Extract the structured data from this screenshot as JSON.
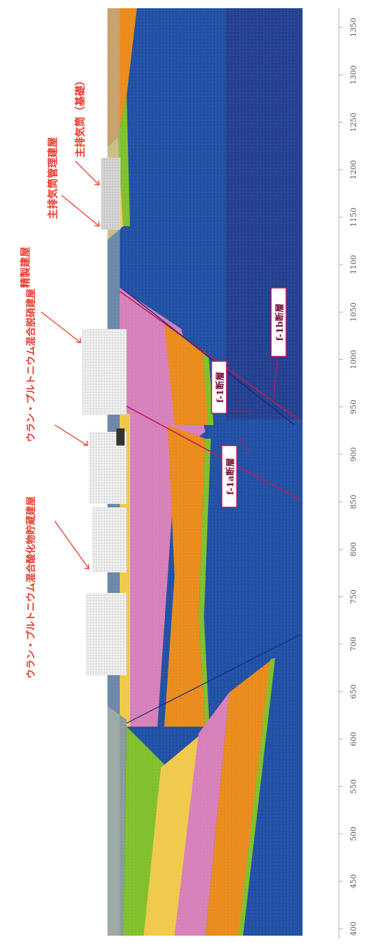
{
  "colors": {
    "deep_blue": "#1f4fa3",
    "dark_blue": "#223f8f",
    "pink": "#d67fb8",
    "orange": "#ea8a1a",
    "yellow": "#f0c94a",
    "green": "#7fbf2a",
    "gray": "#8a9a9a",
    "label_red": "#e8392a",
    "fault_magenta": "#c2185b"
  },
  "labels": {
    "main_exhaust_stack_base": "主排気筒（基礎）",
    "main_exhaust_stack_building": "主排気筒管理建屋",
    "refining_building": "精製建屋",
    "mox_denitration_building": "ウラン・プルトニウム混合脱硝建屋",
    "mox_storage_building": "ウラン・プルトニウム混合酸化物貯蔵建屋"
  },
  "faults": {
    "f1b": "f-1b断層",
    "f1": "f-1断層",
    "f1a": "f-1a断層"
  },
  "axis": {
    "ticks": [
      "400",
      "450",
      "500",
      "550",
      "600",
      "650",
      "700",
      "750",
      "800",
      "850",
      "900",
      "950",
      "1000",
      "1050",
      "1100",
      "1150",
      "1200",
      "1250",
      "1300",
      "1350"
    ]
  }
}
